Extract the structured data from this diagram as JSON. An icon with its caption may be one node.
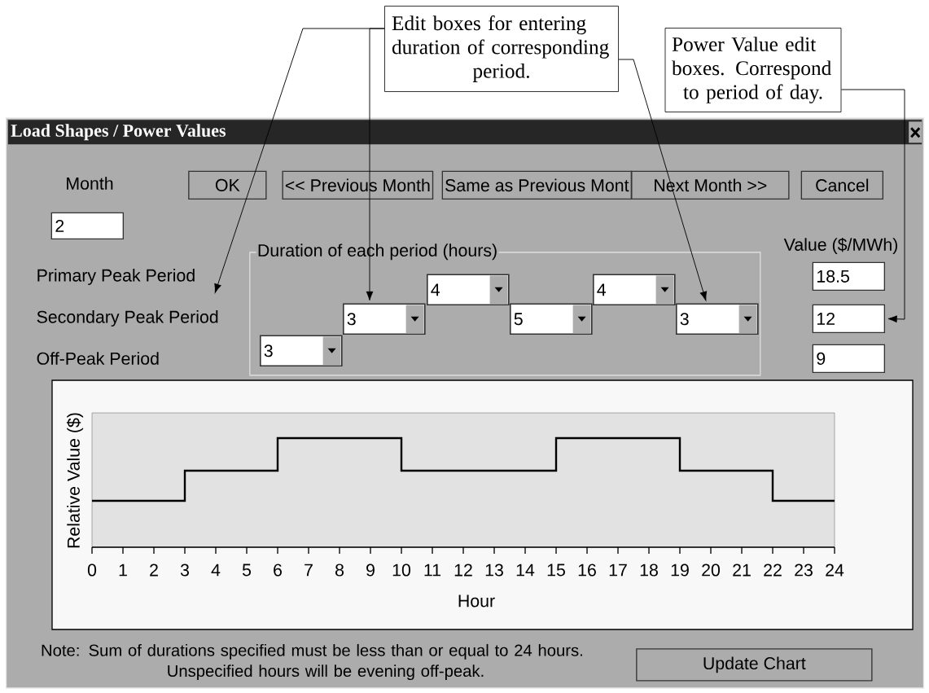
{
  "diagram": {
    "nodes": [
      {
        "text": [
          "Edit boxes for entering duration of corresponding period."
        ]
      },
      {
        "text": [
          "Power Value edit boxes. Correspond to period of day."
        ]
      },
      {
        "text": [
          "Load Shapes / Power Values"
        ]
      },
      {
        "text": [
          "OK"
        ],
        "in": 2
      },
      {
        "text": [
          "<< Previous Month"
        ],
        "in": 2
      },
      {
        "text": [
          "Same as Previous Mont"
        ],
        "in": 2
      },
      {
        "text": [
          "Next Month >>"
        ],
        "in": 2
      },
      {
        "text": [
          "Cancel"
        ],
        "in": 2
      },
      {
        "text": [
          "2"
        ],
        "in": 2
      },
      {
        "text": [
          "Duration of each period (hours)"
        ],
        "in": 2
      },
      {
        "text": [
          "3"
        ],
        "in": 9
      },
      {
        "text": [
          "3"
        ],
        "in": 9
      },
      {
        "text": [
          "4"
        ],
        "in": 9
      },
      {
        "text": [
          "5"
        ],
        "in": 9
      },
      {
        "text": [
          "4"
        ],
        "in": 9
      },
      {
        "text": [
          "3"
        ],
        "in": 9
      },
      {
        "text": [
          "18.5"
        ],
        "in": 2
      },
      {
        "text": [
          "12"
        ],
        "in": 2
      },
      {
        "text": [
          "9"
        ],
        "in": 2
      },
      {
        "text": [
          "Update Chart"
        ],
        "in": 2
      }
    ],
    "edges": [
      {
        "from": 0,
        "to": null,
        "arrow": "to"
      },
      {
        "from": 0,
        "to": 11,
        "arrow": "to"
      },
      {
        "from": 0,
        "to": 15,
        "arrow": "to"
      },
      {
        "from": 1,
        "to": 17,
        "arrow": "to"
      }
    ],
    "labels": [
      "Month",
      "Primary Peak Period",
      "Secondary Peak Period",
      "Off-Peak Period",
      "Value ($/MWh)",
      "Relative Value ($)",
      "0",
      "1",
      "2",
      "3",
      "4",
      "5",
      "6",
      "7",
      "8",
      "9",
      "10",
      "11",
      "12",
      "13",
      "14",
      "15",
      "16",
      "17",
      "18",
      "19",
      "20",
      "21",
      "22",
      "23",
      "24",
      "Hour",
      "Note: Sum of durations specified must be less than or equal to 24 hours. Unspecified hours will be evening off-peak."
    ]
  }
}
